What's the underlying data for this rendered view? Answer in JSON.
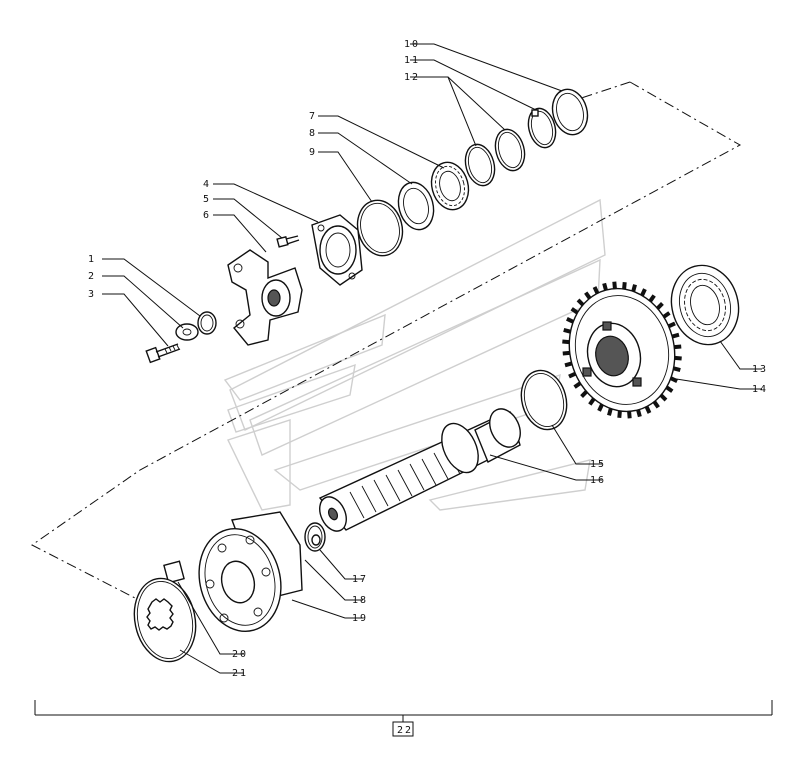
{
  "callouts": [
    {
      "id": "c1",
      "text": "1"
    },
    {
      "id": "c2",
      "text": "2"
    },
    {
      "id": "c3",
      "text": "3"
    },
    {
      "id": "c4",
      "text": "4"
    },
    {
      "id": "c5",
      "text": "5"
    },
    {
      "id": "c6",
      "text": "6"
    },
    {
      "id": "c7",
      "text": "7"
    },
    {
      "id": "c8",
      "text": "8"
    },
    {
      "id": "c9",
      "text": "9"
    },
    {
      "id": "c10",
      "text": "10"
    },
    {
      "id": "c11",
      "text": "11"
    },
    {
      "id": "c12",
      "text": "12"
    },
    {
      "id": "c13",
      "text": "13"
    },
    {
      "id": "c14",
      "text": "14"
    },
    {
      "id": "c15",
      "text": "15"
    },
    {
      "id": "c16",
      "text": "16"
    },
    {
      "id": "c17",
      "text": "17"
    },
    {
      "id": "c18",
      "text": "18"
    },
    {
      "id": "c19",
      "text": "19"
    },
    {
      "id": "c20",
      "text": "20"
    },
    {
      "id": "c21",
      "text": "21"
    }
  ],
  "assembly_label": "22"
}
